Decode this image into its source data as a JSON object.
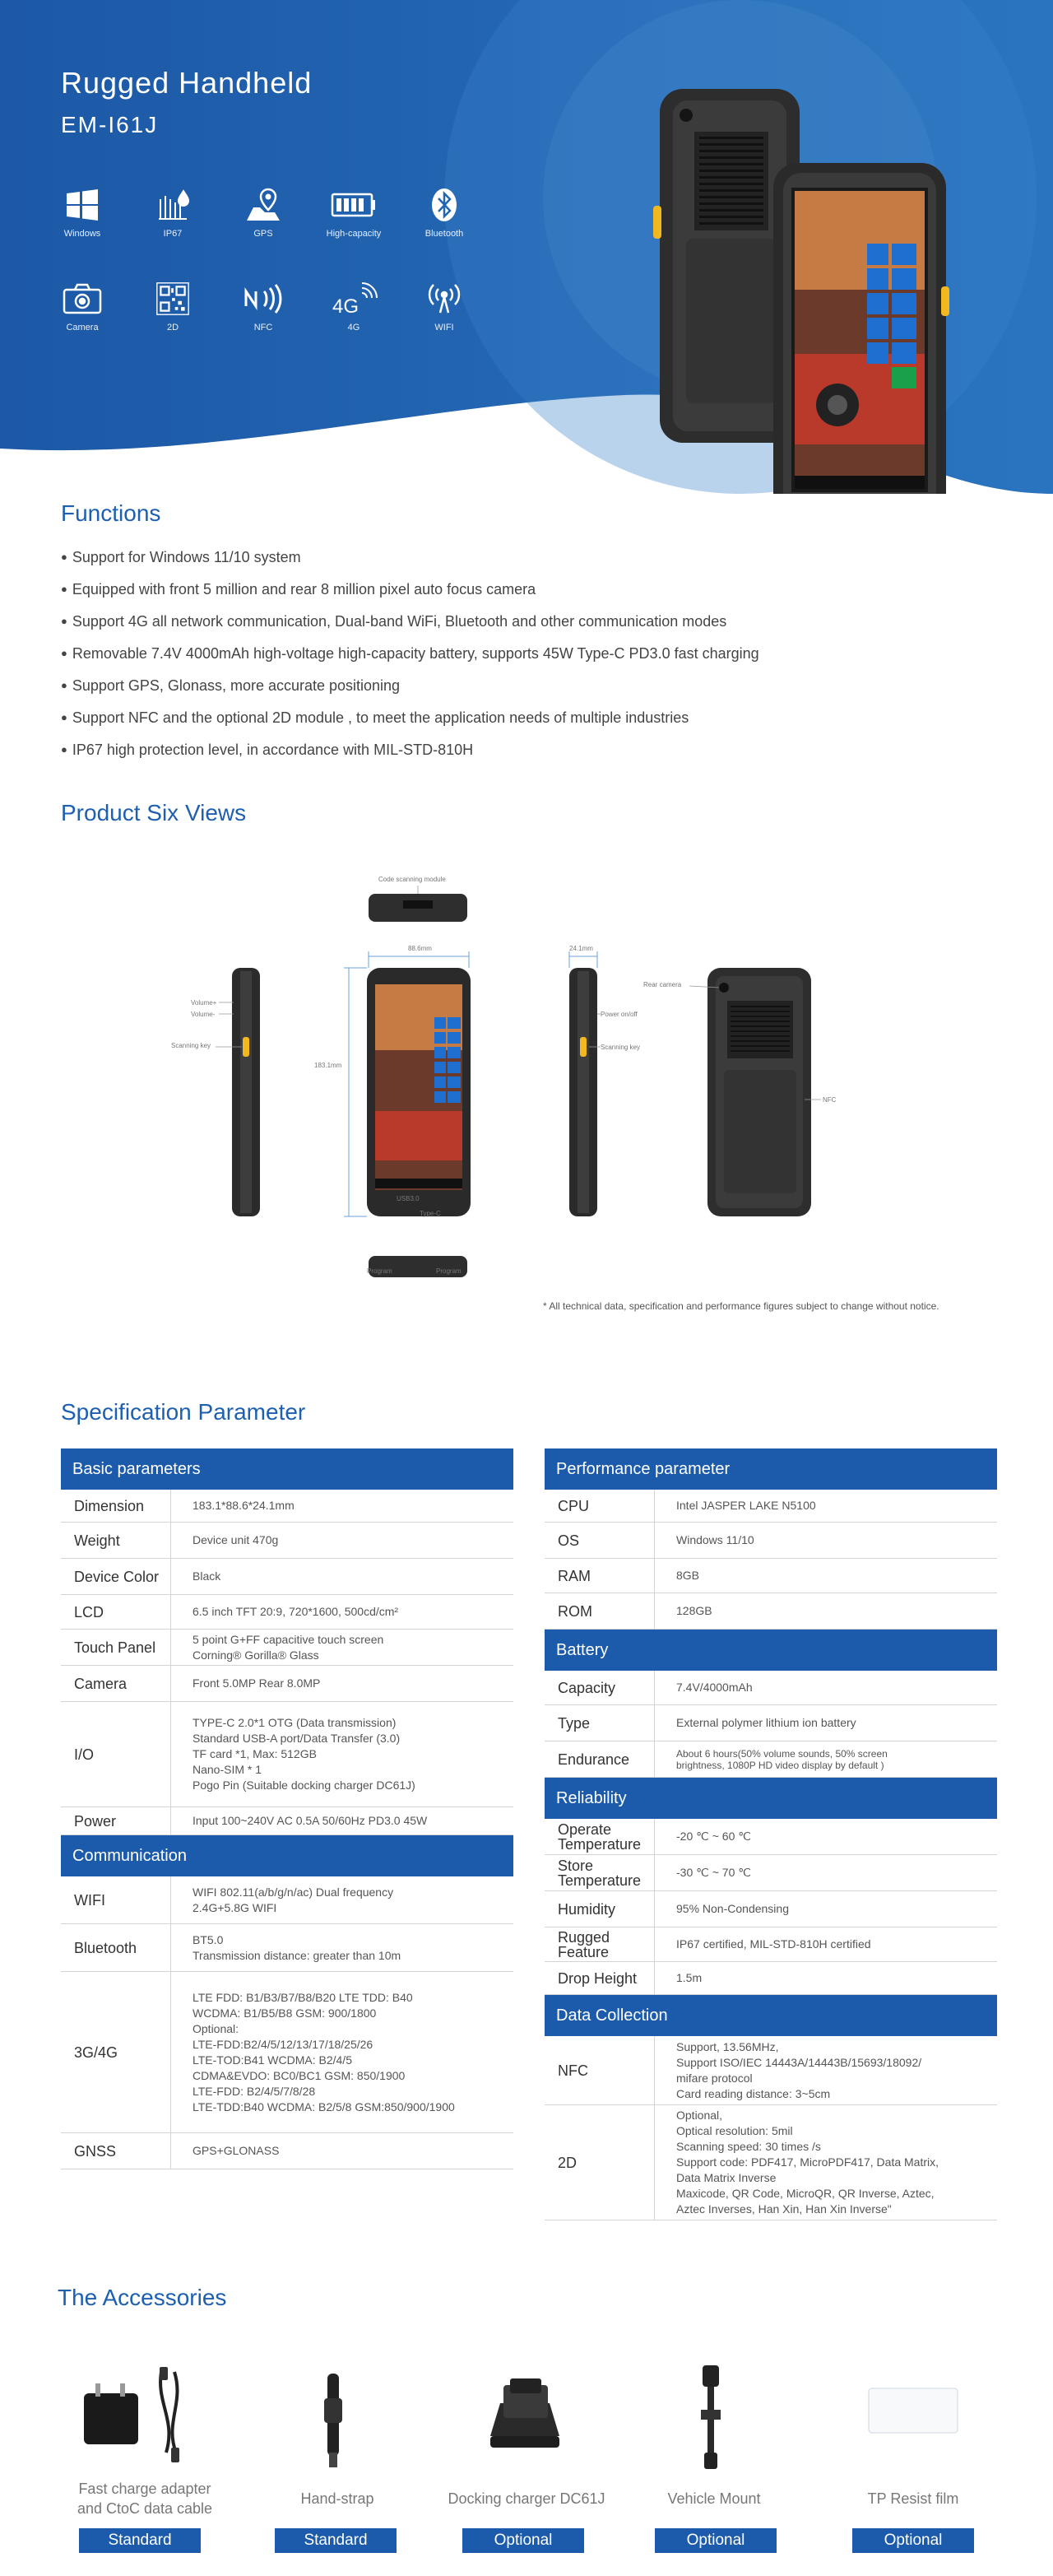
{
  "hero": {
    "title": "Rugged Handheld",
    "model": "EM-I61J",
    "features": [
      {
        "icon": "windows-icon",
        "label": "Windows"
      },
      {
        "icon": "ip67-icon",
        "label": "IP67"
      },
      {
        "icon": "gps-icon",
        "label": "GPS"
      },
      {
        "icon": "battery-icon",
        "label": "High-capacity"
      },
      {
        "icon": "bluetooth-icon",
        "label": "Bluetooth"
      },
      {
        "icon": "camera-icon",
        "label": "Camera"
      },
      {
        "icon": "qr-code-icon",
        "label": "2D"
      },
      {
        "icon": "nfc-icon",
        "label": "NFC"
      },
      {
        "icon": "4g-icon",
        "label": "4G"
      },
      {
        "icon": "wifi-icon",
        "label": "WIFI"
      }
    ]
  },
  "functions": {
    "title": "Functions",
    "items": [
      "Support for Windows 11/10 system",
      "Equipped with front 5 million and rear 8 million pixel auto focus camera",
      "Support 4G all network communication, Dual-band WiFi, Bluetooth and other communication modes",
      "Removable 7.4V 4000mAh high-voltage high-capacity battery, supports 45W Type-C PD3.0 fast charging",
      "Support GPS, Glonass,  more accurate positioning",
      "Support NFC and the optional 2D module , to meet the application needs of multiple industries",
      "IP67 high protection level, in accordance with MIL-STD-810H"
    ]
  },
  "views": {
    "title": "Product Six Views",
    "labels": {
      "code_module": "Code scanning module",
      "width": "88.6mm",
      "height": "183.1mm",
      "depth": "24.1mm",
      "vol_up": "Volume+",
      "vol_down": "Volume-",
      "scan_left": "Scanning key",
      "power": "Power on/off",
      "scan_right": "Scanning key",
      "rear_camera": "Rear camera",
      "nfc": "NFC",
      "usb": "USB3.0",
      "typec": "Type-C",
      "program1": "Program",
      "program2": "Program"
    },
    "note": "* All technical data, specification and performance figures subject to change without notice."
  },
  "spec": {
    "title": "Specification Parameter",
    "left": [
      {
        "section": "Basic parameters",
        "rows": [
          {
            "k": "Dimension",
            "v": "183.1*88.6*24.1mm",
            "h": 40
          },
          {
            "k": "Weight",
            "v": "Device unit 470g",
            "h": 44
          },
          {
            "k": "Device Color",
            "v": "Black",
            "h": 44
          },
          {
            "k": "LCD",
            "v": "6.5 inch  TFT 20:9, 720*1600, 500cd/cm²",
            "h": 42
          },
          {
            "k": "Touch Panel",
            "v": "5 point G+FF capacitive touch screen\nCorning® Gorilla® Glass",
            "h": 44
          },
          {
            "k": "Camera",
            "v": "Front 5.0MP Rear 8.0MP",
            "h": 44
          },
          {
            "k": "I/O",
            "v": "TYPE-C 2.0*1  OTG   (Data transmission)\nStandard USB-A port/Data Transfer (3.0)\nTF card *1, Max: 512GB\nNano-SIM * 1\nPogo Pin (Suitable docking charger DC61J)",
            "h": 128
          },
          {
            "k": "Power",
            "v": "Input 100~240V AC 0.5A 50/60Hz PD3.0 45W",
            "h": 34
          }
        ]
      },
      {
        "section": "Communication",
        "rows": [
          {
            "k": "WIFI",
            "v": "WIFI 802.11(a/b/g/n/ac)  Dual frequency\n2.4G+5.8G WIFI",
            "h": 58
          },
          {
            "k": "Bluetooth",
            "v": "BT5.0\nTransmission distance: greater than 10m",
            "h": 58
          },
          {
            "k": "3G/4G",
            "v": "LTE FDD: B1/B3/B7/B8/B20  LTE TDD: B40\nWCDMA: B1/B5/B8  GSM: 900/1800\nOptional:\nLTE-FDD:B2/4/5/12/13/17/18/25/26\nLTE-TOD:B41 WCDMA: B2/4/5\nCDMA&EVDO: BC0/BC1  GSM: 850/1900\nLTE-FDD: B2/4/5/7/8/28\nLTE-TDD:B40 WCDMA: B2/5/8 GSM:850/900/1900",
            "h": 196
          },
          {
            "k": "GNSS",
            "v": "GPS+GLONASS",
            "h": 44
          }
        ]
      }
    ],
    "right": [
      {
        "section": "Performance parameter",
        "rows": [
          {
            "k": "CPU",
            "v": "Intel JASPER LAKE N5100",
            "h": 40
          },
          {
            "k": "OS",
            "v": "Windows 11/10",
            "h": 44
          },
          {
            "k": "RAM",
            "v": "8GB",
            "h": 42
          },
          {
            "k": "ROM",
            "v": "128GB",
            "h": 44
          }
        ]
      },
      {
        "section": "Battery",
        "rows": [
          {
            "k": "Capacity",
            "v": "7.4V/4000mAh",
            "h": 42
          },
          {
            "k": "Type",
            "v": "External polymer lithium ion battery",
            "h": 44
          },
          {
            "k": "Endurance",
            "v": "About 6 hours(50% volume sounds, 50% screen\nbrightness, 1080P HD video display by default )",
            "h": 44,
            "sm": true
          }
        ]
      },
      {
        "section": "Reliability",
        "rows": [
          {
            "k": "Operate\nTemperature",
            "v": "-20 ℃ ~ 60 ℃",
            "h": 44
          },
          {
            "k": "Store\nTemperature",
            "v": "-30 ℃ ~ 70 ℃",
            "h": 44
          },
          {
            "k": "Humidity",
            "v": "95% Non-Condensing",
            "h": 44
          },
          {
            "k": "Rugged\nFeature",
            "v": "IP67 certified, MIL-STD-810H certified",
            "h": 42
          },
          {
            "k": "Drop Height",
            "v": "1.5m",
            "h": 40
          }
        ]
      },
      {
        "section": "Data Collection",
        "rows": [
          {
            "k": "NFC",
            "v": "Support, 13.56MHz,\nSupport ISO/IEC 14443A/14443B/15693/18092/\nmifare protocol\nCard reading distance: 3~5cm",
            "h": 84
          },
          {
            "k": "2D",
            "v": "Optional,\nOptical resolution: 5mil\nScanning speed: 30 times /s\nSupport code:  PDF417, MicroPDF417, Data Matrix,\nData Matrix Inverse\nMaxicode, QR Code, MicroQR, QR Inverse, Aztec,\nAztec Inverses, Han Xin, Han Xin Inverse\"",
            "h": 140
          }
        ]
      }
    ]
  },
  "accessories": {
    "title": "The Accessories",
    "items": [
      {
        "name": "Fast charge adapter\nand CtoC data cable",
        "tag": "Standard"
      },
      {
        "name": "Hand-strap",
        "tag": "Standard"
      },
      {
        "name": "Docking charger DC61J",
        "tag": "Optional"
      },
      {
        "name": "Vehicle Mount",
        "tag": "Optional"
      },
      {
        "name": "TP Resist film",
        "tag": "Optional"
      }
    ]
  },
  "colors": {
    "brand_blue": "#1c5bab",
    "hero_blue": "#1f63ad",
    "accent_yellow": "#f2b81f"
  }
}
